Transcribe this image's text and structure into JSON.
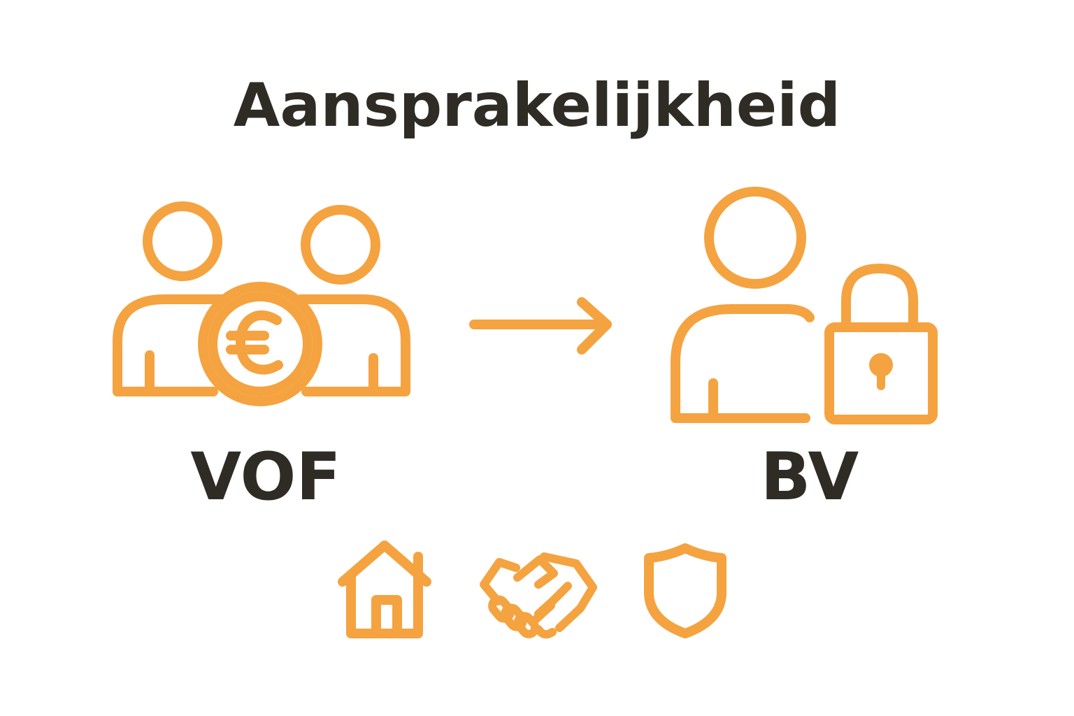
{
  "title": "Aansprakelijkheid",
  "left_label": "VOF",
  "right_label": "BV",
  "colors": {
    "accent": "#F4A340",
    "text": "#2E2C25",
    "background": "#FFFFFF"
  },
  "icons": {
    "left_group": [
      "person-icon",
      "person-icon",
      "euro-coin-icon"
    ],
    "right_group": [
      "person-icon",
      "padlock-icon"
    ],
    "arrow": "arrow-right-icon",
    "bottom_row": [
      "house-icon",
      "handshake-icon",
      "shield-icon"
    ]
  }
}
